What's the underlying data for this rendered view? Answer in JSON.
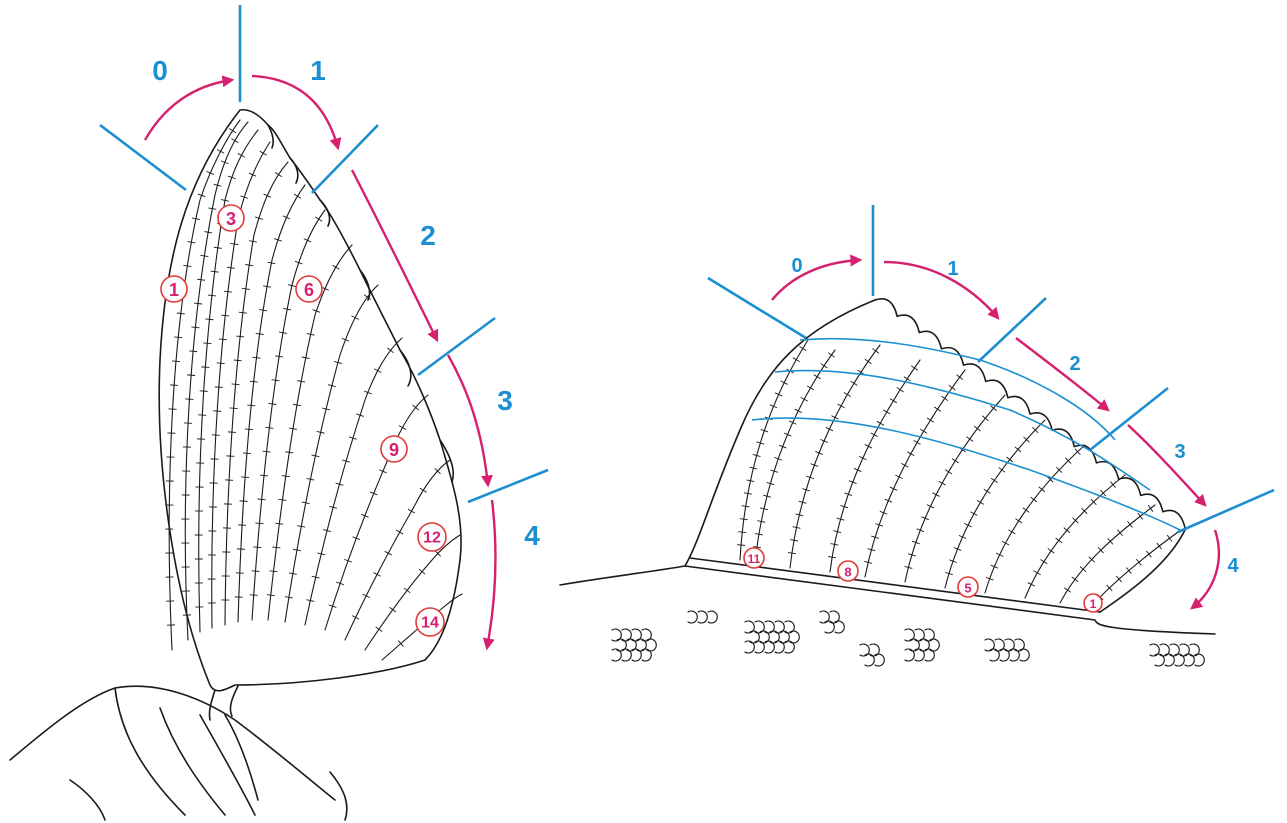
{
  "left_figure": {
    "zone_labels": [
      "0",
      "1",
      "2",
      "3",
      "4"
    ],
    "ray_numbers": [
      "1",
      "3",
      "6",
      "9",
      "12",
      "14"
    ],
    "colors": {
      "zone_lines": "#1c8fd0",
      "arrows": "#d6206f",
      "ray_number_circle": "#e33a3a"
    }
  },
  "right_figure": {
    "zone_labels": [
      "0",
      "1",
      "2",
      "3",
      "4"
    ],
    "ray_numbers": [
      "11",
      "8",
      "5",
      "1"
    ],
    "colors": {
      "zone_lines": "#1c8fd0",
      "arrows": "#d6206f",
      "ray_number_circle": "#e33a3a"
    }
  }
}
